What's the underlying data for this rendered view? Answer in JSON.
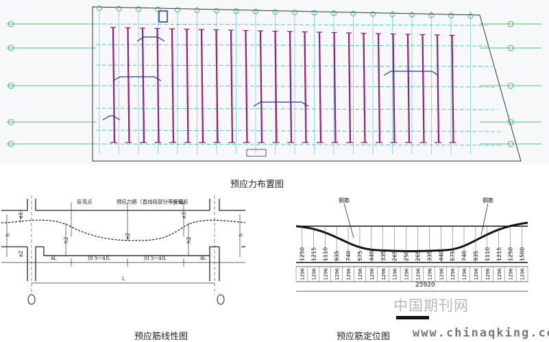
{
  "captions": {
    "plan": "预应力布置图",
    "profile": "预应筋线性图",
    "position": "预应筋定位图"
  },
  "profile": {
    "left_label": "反弯点",
    "center_label": "预应力筋（直线段部分等分锚）",
    "right_label": "反弯点",
    "dim_labels": [
      "aL",
      "(0.5−a)L",
      "(0.5−a)L",
      "aL",
      "L"
    ],
    "height_labels": [
      "e1",
      "h",
      "h2",
      "e2",
      "h2",
      "e3",
      "h",
      "e2"
    ]
  },
  "position": {
    "left_label": "钢筋",
    "right_label": "钢筋",
    "heights": [
      "1250",
      "1215",
      "1110",
      "935",
      "740",
      "575",
      "440",
      "335",
      "265",
      "250",
      "265",
      "335",
      "440",
      "575",
      "740",
      "935",
      "1110",
      "1215",
      "1250",
      "1500"
    ],
    "spacings": [
      "1296",
      "1296",
      "1296",
      "1296",
      "1296",
      "1296",
      "1296",
      "1296",
      "1296",
      "1296",
      "1296",
      "1296",
      "1296",
      "1296",
      "1296",
      "1296",
      "1296",
      "1296",
      "1296",
      "1296"
    ],
    "total": "25920"
  },
  "watermark": {
    "cn": "中国期刊网",
    "url": "www.chinaqking.com"
  },
  "colors": {
    "tendon": "#8b1a6b",
    "tendon_alt": "#2233aa",
    "grid": "#2fb6c6",
    "axis": "#19b34a",
    "beam": "#222222"
  }
}
